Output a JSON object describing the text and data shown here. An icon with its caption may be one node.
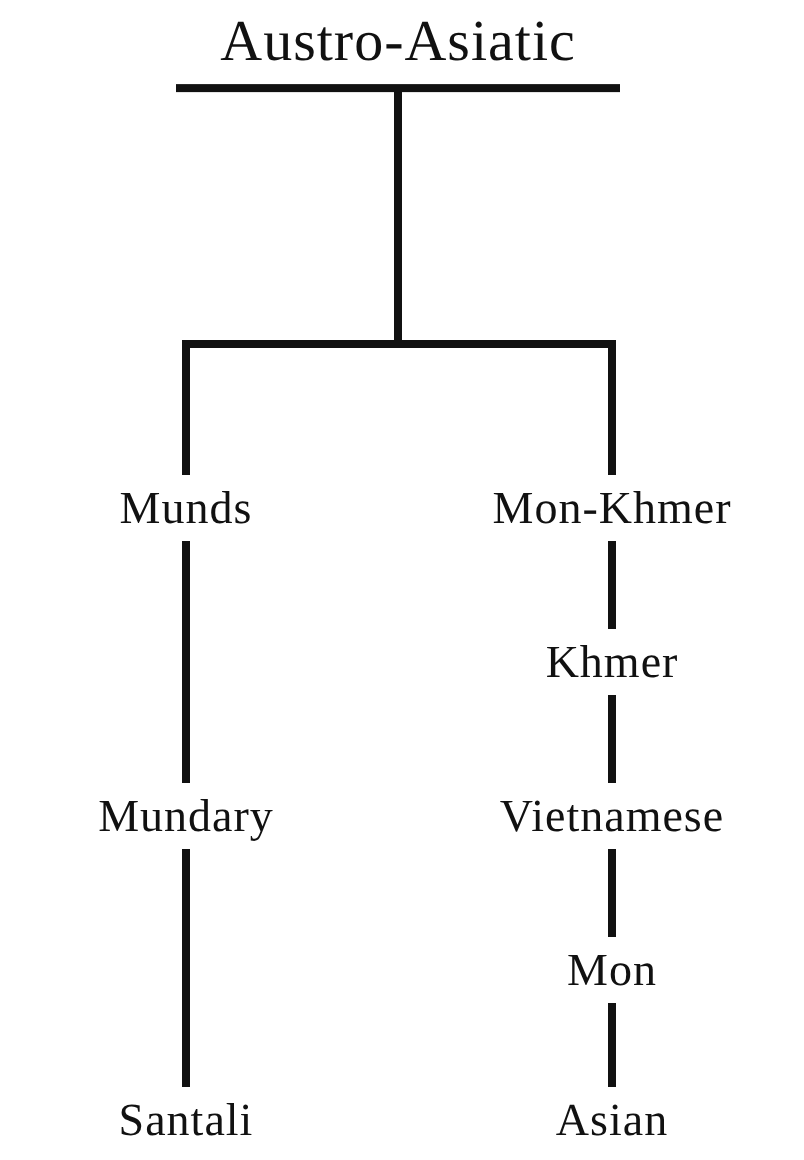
{
  "diagram": {
    "nodes": [
      {
        "text": [
          "Austro-Asiatic"
        ]
      },
      {
        "text": [
          "Munds"
        ]
      },
      {
        "text": [
          "Mon-Khmer"
        ]
      },
      {
        "text": [
          "Mundary"
        ]
      },
      {
        "text": [
          "Santali"
        ]
      },
      {
        "text": [
          "Khmer"
        ]
      },
      {
        "text": [
          "Vietnamese"
        ]
      },
      {
        "text": [
          "Mon"
        ]
      },
      {
        "text": [
          "Asian"
        ]
      }
    ],
    "edges": [
      {
        "from": 0,
        "to": 1,
        "arrow": "none"
      },
      {
        "from": 0,
        "to": 2,
        "arrow": "none"
      },
      {
        "from": 1,
        "to": 3,
        "arrow": "none"
      },
      {
        "from": 3,
        "to": 4,
        "arrow": "none"
      },
      {
        "from": 2,
        "to": 5,
        "arrow": "none"
      },
      {
        "from": 5,
        "to": 6,
        "arrow": "none"
      },
      {
        "from": 6,
        "to": 7,
        "arrow": "none"
      },
      {
        "from": 7,
        "to": 8,
        "arrow": "none"
      }
    ]
  }
}
